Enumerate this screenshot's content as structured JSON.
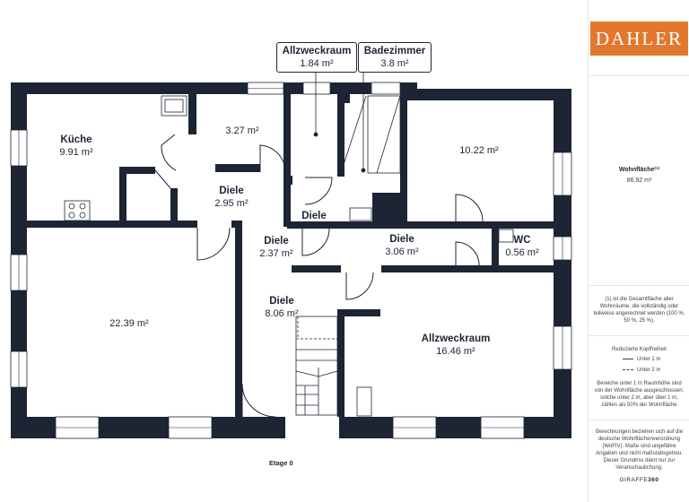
{
  "brand": {
    "logo_text": "DAHLER",
    "color": "#e2782e"
  },
  "colors": {
    "wall": "#1d2433",
    "background": "#ffffff"
  },
  "rooms": [
    {
      "id": "kueche",
      "name": "Küche",
      "area": "9.91 m²"
    },
    {
      "id": "room-327",
      "name": "",
      "area": "3.27 m²"
    },
    {
      "id": "diele-295",
      "name": "Diele",
      "area": "2.95 m²"
    },
    {
      "id": "diele-small",
      "name": "Diele",
      "area": ""
    },
    {
      "id": "diele-237",
      "name": "Diele",
      "area": "2.37 m²"
    },
    {
      "id": "diele-306",
      "name": "Diele",
      "area": "3.06 m²"
    },
    {
      "id": "room-1022",
      "name": "",
      "area": "10.22 m²"
    },
    {
      "id": "wc",
      "name": "WC",
      "area": "0.56 m²"
    },
    {
      "id": "room-2239",
      "name": "",
      "area": "22.39 m²"
    },
    {
      "id": "diele-806",
      "name": "Diele",
      "area": "8.06 m²"
    },
    {
      "id": "allzweck-1646",
      "name": "Allzweckraum",
      "area": "16.46 m²"
    }
  ],
  "callouts": [
    {
      "id": "allzweck-184",
      "name": "Allzweckraum",
      "area": "1.84 m²"
    },
    {
      "id": "badezimmer",
      "name": "Badezimmer",
      "area": "3.8 m²"
    }
  ],
  "floor_label": "Etage 0",
  "sidebar": {
    "wohnflaeche_title": "Wohnfläche⁽¹⁾",
    "wohnflaeche_value": "86.92 m²",
    "footnote": "(1) ist die Gesamtfläche aller Wohnräume, die vollständig oder teilweise angerechnet werden (100 %, 50 %, 25 %).",
    "headroom_title": "Reduzierte Kopffreiheit",
    "legend_under_1m": "Unter 1 m",
    "legend_under_2m": "Unter 2 m",
    "headroom_note": "Bereiche unter 1 m Raumhöhe sind von der Wohnfläche ausgeschlossen; solche unter 2 m, aber über 1 m, zählen als 50% der Wohnfläche",
    "disclaimer": "Berechnungen beziehen sich auf die deutsche Wohnflächenverordnung (WoFIV). Maße sind ungefähre Angaben und nicht maßstabsgetreu. Dieser Grundriss dient nur zur Veranschaulichung.",
    "giraffe_prefix": "GIRAFFE",
    "giraffe_suffix": "360"
  }
}
